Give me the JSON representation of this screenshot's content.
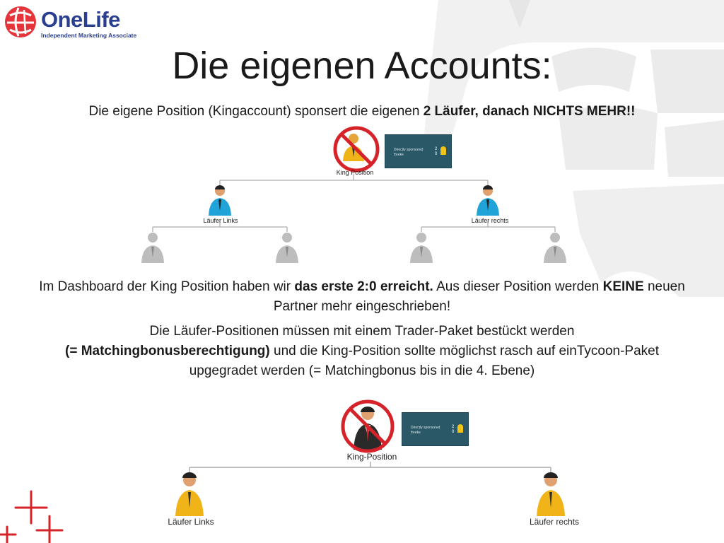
{
  "brand": {
    "name": "OneLife",
    "subtitle": "Independent Marketing Associate",
    "accent": "#e5343a",
    "navy": "#2a3f8f"
  },
  "slide": {
    "title": "Die eigenen Accounts:",
    "line1": {
      "normal": "Die eigene Position (Kingaccount) sponsert die eigenen ",
      "bold": "2 Läufer, danach NICHTS MEHR!!"
    },
    "para2": {
      "t1": "Im Dashboard der King Position haben wir ",
      "b1": "das erste 2:0 erreicht.",
      "t2": " Aus dieser Position werden ",
      "b2": "KEINE",
      "t3": " neuen Partner mehr eingeschrieben!"
    },
    "para3": {
      "t1": "Die Läufer-Positionen müssen mit einem Trader-Paket bestückt werden",
      "b1": "(= Matchingbonusberechtigung)",
      "t2": " und die King-Position sollte möglichst rasch auf einTycoon-Paket upgegradet werden (= Matchingbonus bis in die 4. Ebene)"
    }
  },
  "diagram_top": {
    "king_label": "King Position",
    "left_label": "Läufer Links",
    "right_label": "Läufer rechts",
    "dashboard": {
      "text": "Directly sponsored\nfreeke",
      "left_count": "2",
      "right_count": "0"
    }
  },
  "diagram_bottom": {
    "king_label": "King-Position",
    "left_label": "Läufer Links",
    "right_label": "Läufer rechts",
    "dashboard": {
      "text": "Directly sponsored\nfreeke",
      "left_count": "2",
      "right_count": "0"
    }
  },
  "colors": {
    "blue_person": "#1fa3d8",
    "gray_person": "#b8b8b8",
    "gold_person": "#f0b419",
    "black_person": "#2a2a2a",
    "forbidden_red": "#d6232a"
  }
}
